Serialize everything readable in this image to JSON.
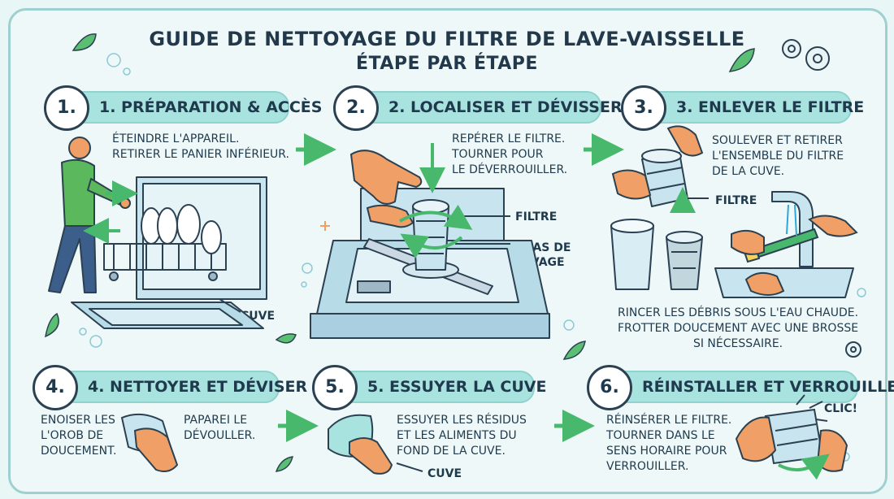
{
  "title": {
    "line1": "GUIDE DE NETTOYAGE DU FILTRE DE LAVE-VAISSELLE",
    "line2": "ÉTAPE PAR ÉTAPE"
  },
  "steps": [
    {
      "num": "1.",
      "label": "1. PRÉPARATION & ACCÈS",
      "text": "ÉTEINDRE L'APPAREIL.\nRETIRER LE PANIER INFÉRIEUR.",
      "callouts": [
        "CUVE"
      ]
    },
    {
      "num": "2.",
      "label": "2. LOCALISER ET DÉVISSER",
      "text": "REPÉRER LE FILTRE.\nTOURNER POUR\nLE DÉVERROUILLER.",
      "callouts": [
        "FILTRE",
        "BRAS DE\nLAVAGE"
      ]
    },
    {
      "num": "3.",
      "label": "3. ENLEVER LE FILTRE",
      "text": "SOULEVER ET RETIRER\nL'ENSEMBLE DU FILTRE\nDE LA CUVE.",
      "text2": "RINCER LES DÉBRIS SOUS L'EAU CHAUDE.\nFROTTER DOUCEMENT AVEC UNE BROSSE\nSI NÉCESSAIRE.",
      "callouts": [
        "FILTRE"
      ]
    },
    {
      "num": "4.",
      "label": "4. NETTOYER ET DÉVISER",
      "text": "ENOISER LES\nL'OROB DE\nDOUCEMENT.",
      "text2": "PAPAREI LE\nDÉVOULLER."
    },
    {
      "num": "5.",
      "label": "5. ESSUYER LA CUVE",
      "text": "ESSUYER LES RÉSIDUS\nET LES ALIMENTS DU\nFOND DE LA CUVE.",
      "callouts": [
        "CUVE"
      ]
    },
    {
      "num": "6.",
      "label": "RÉINSTALLER ET VERROUILLER",
      "text": "RÉINSÉRER LE FILTRE.\nTOURNER DANS LE\nSENS HORAIRE POUR\nVERROUILLER.",
      "callouts": [
        "CLIC!"
      ]
    }
  ],
  "colors": {
    "accent": "#a9e3e0",
    "green": "#48b96c",
    "skin": "#f0a066",
    "shirt": "#5cb85c",
    "pants": "#3b5f8a",
    "outline": "#2b4152",
    "steel": "#c8e4ee"
  },
  "icons": [
    "gear-icon",
    "leaf-icon",
    "arrow-right-icon",
    "hand-icon",
    "sponge-icon",
    "brush-icon",
    "faucet-icon"
  ]
}
